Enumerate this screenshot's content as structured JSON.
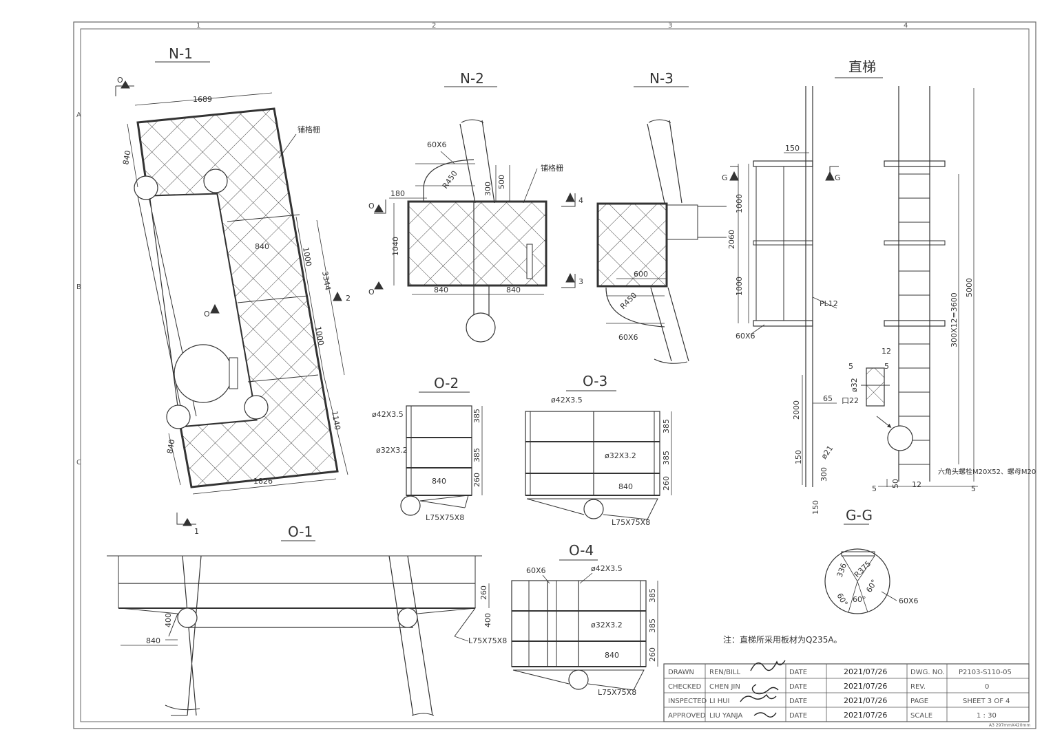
{
  "views": {
    "n1": {
      "title": "N-1",
      "dims": [
        "1689",
        "840",
        "840",
        "1000",
        "3344",
        "1000",
        "1140",
        "840",
        "1826"
      ],
      "label": "铺格栅",
      "marks": [
        "O",
        "2",
        "O",
        "1"
      ]
    },
    "n2": {
      "title": "N-2",
      "dims": [
        "60X6",
        "R450",
        "300",
        "500",
        "180",
        "1040",
        "840",
        "840"
      ],
      "label": "铺格栅",
      "marks": [
        "O",
        "O",
        "4",
        "3"
      ]
    },
    "n3": {
      "title": "N-3",
      "dims": [
        "600",
        "R450",
        "60X6"
      ]
    },
    "ladder": {
      "title": "直梯",
      "dims": [
        "150",
        "1000",
        "2060",
        "1000",
        "60X6",
        "2000",
        "65",
        "150",
        "300",
        "150",
        "12",
        "5",
        "5",
        "ø32",
        "口22",
        "300X12=3600",
        "5000",
        "50",
        "12",
        "5",
        "5"
      ],
      "labels": [
        "PL12",
        "ø21",
        "六角头螺栓M20X52、螺母M20"
      ],
      "marks": [
        "G",
        "G"
      ]
    },
    "o2": {
      "title": "O-2",
      "dims": [
        "ø42X3.5",
        "385",
        "ø32X3.2",
        "385",
        "260",
        "840"
      ],
      "label": "L75X75X8"
    },
    "o3": {
      "title": "O-3",
      "dims": [
        "ø42X3.5",
        "385",
        "ø32X3.2",
        "385",
        "260",
        "840"
      ],
      "label": "L75X75X8"
    },
    "o1": {
      "title": "O-1",
      "dims": [
        "260",
        "400",
        "400",
        "840"
      ],
      "label": "L75X75X8"
    },
    "o4": {
      "title": "O-4",
      "dims": [
        "60X6",
        "ø42X3.5",
        "385",
        "385",
        "ø32X3.2",
        "260",
        "840"
      ],
      "label": "L75X75X8"
    },
    "gg": {
      "title": "G-G",
      "dims": [
        "336",
        "R375",
        "60°",
        "60°",
        "60°",
        "60X6"
      ]
    }
  },
  "grid": {
    "top": [
      "1",
      "2",
      "3",
      "4"
    ],
    "side": [
      "A",
      "B",
      "C"
    ]
  },
  "note": "注：直梯所采用板材为Q235A。",
  "title_block": {
    "rows": [
      {
        "role": "DRAWN",
        "name": "REN/BILL",
        "date_label": "DATE",
        "date": "2021/07/26",
        "field": "DWG. NO.",
        "value": "P2103-S110-05"
      },
      {
        "role": "CHECKED",
        "name": "CHEN JIN",
        "date_label": "DATE",
        "date": "2021/07/26",
        "field": "REV.",
        "value": "0"
      },
      {
        "role": "INSPECTED",
        "name": "LI HUI",
        "date_label": "DATE",
        "date": "2021/07/26",
        "field": "PAGE",
        "value": "SHEET 3 OF 4"
      },
      {
        "role": "APPROVED",
        "name": "LIU YANJA",
        "date_label": "DATE",
        "date": "2021/07/26",
        "field": "SCALE",
        "value": "1 : 30"
      }
    ]
  },
  "corner_note": "A3 297mmX420mm"
}
